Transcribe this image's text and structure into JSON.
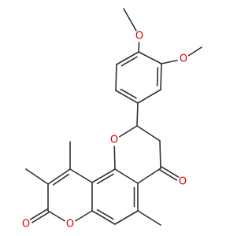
{
  "molecule": {
    "atom_color": "#d40000",
    "bond_color": "#303030",
    "labels": {
      "methoxy_o_top": "O",
      "methoxy_o_right": "O",
      "ring_o": "O",
      "ketone_o": "O",
      "lactone_ring_o": "O",
      "lactone_carbonyl_o": "O"
    }
  }
}
